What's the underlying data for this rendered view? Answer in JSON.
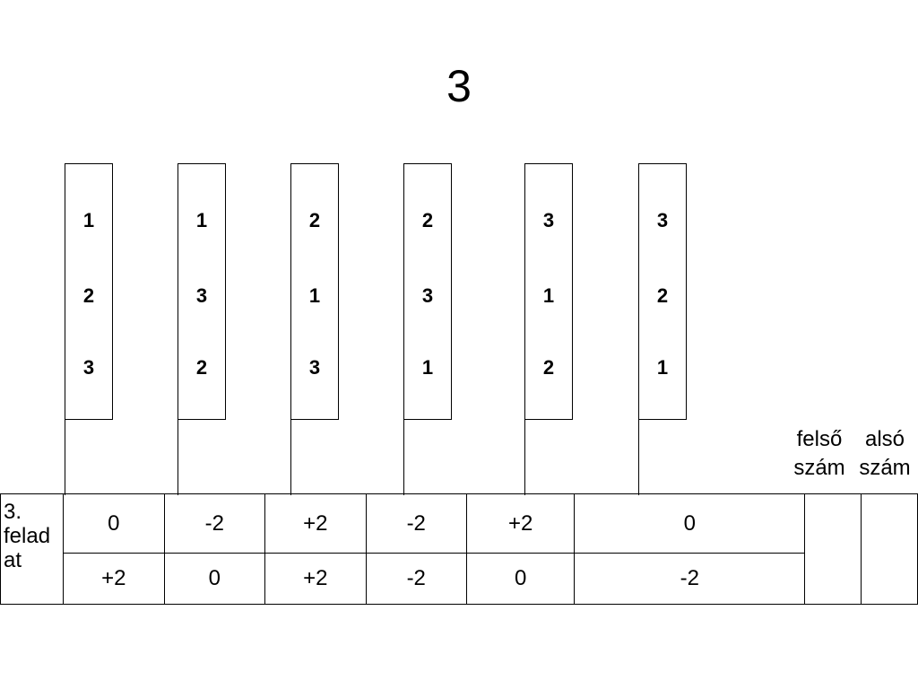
{
  "title": "3",
  "permutations": [
    [
      "1",
      "2",
      "3"
    ],
    [
      "1",
      "3",
      "2"
    ],
    [
      "2",
      "1",
      "3"
    ],
    [
      "2",
      "3",
      "1"
    ],
    [
      "3",
      "1",
      "2"
    ],
    [
      "3",
      "2",
      "1"
    ]
  ],
  "table": {
    "row_label": "3. felad at",
    "column_headers": [
      "felső szám",
      "alsó szám"
    ],
    "top_row": [
      "0",
      "-2",
      "+2",
      "-2",
      "+2",
      "0"
    ],
    "bottom_row": [
      "+2",
      "0",
      "+2",
      "-2",
      "0",
      "-2"
    ]
  }
}
